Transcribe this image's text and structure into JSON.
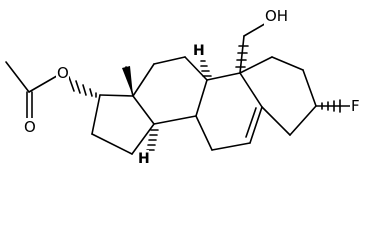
{
  "molecule": {
    "atoms": {
      "oh": "OH",
      "f": "F",
      "ester_o": "O",
      "carbonyl_o": "O",
      "h9": "H",
      "h14": "H"
    },
    "colors": {
      "bond": "#000000",
      "background": "#ffffff"
    }
  }
}
